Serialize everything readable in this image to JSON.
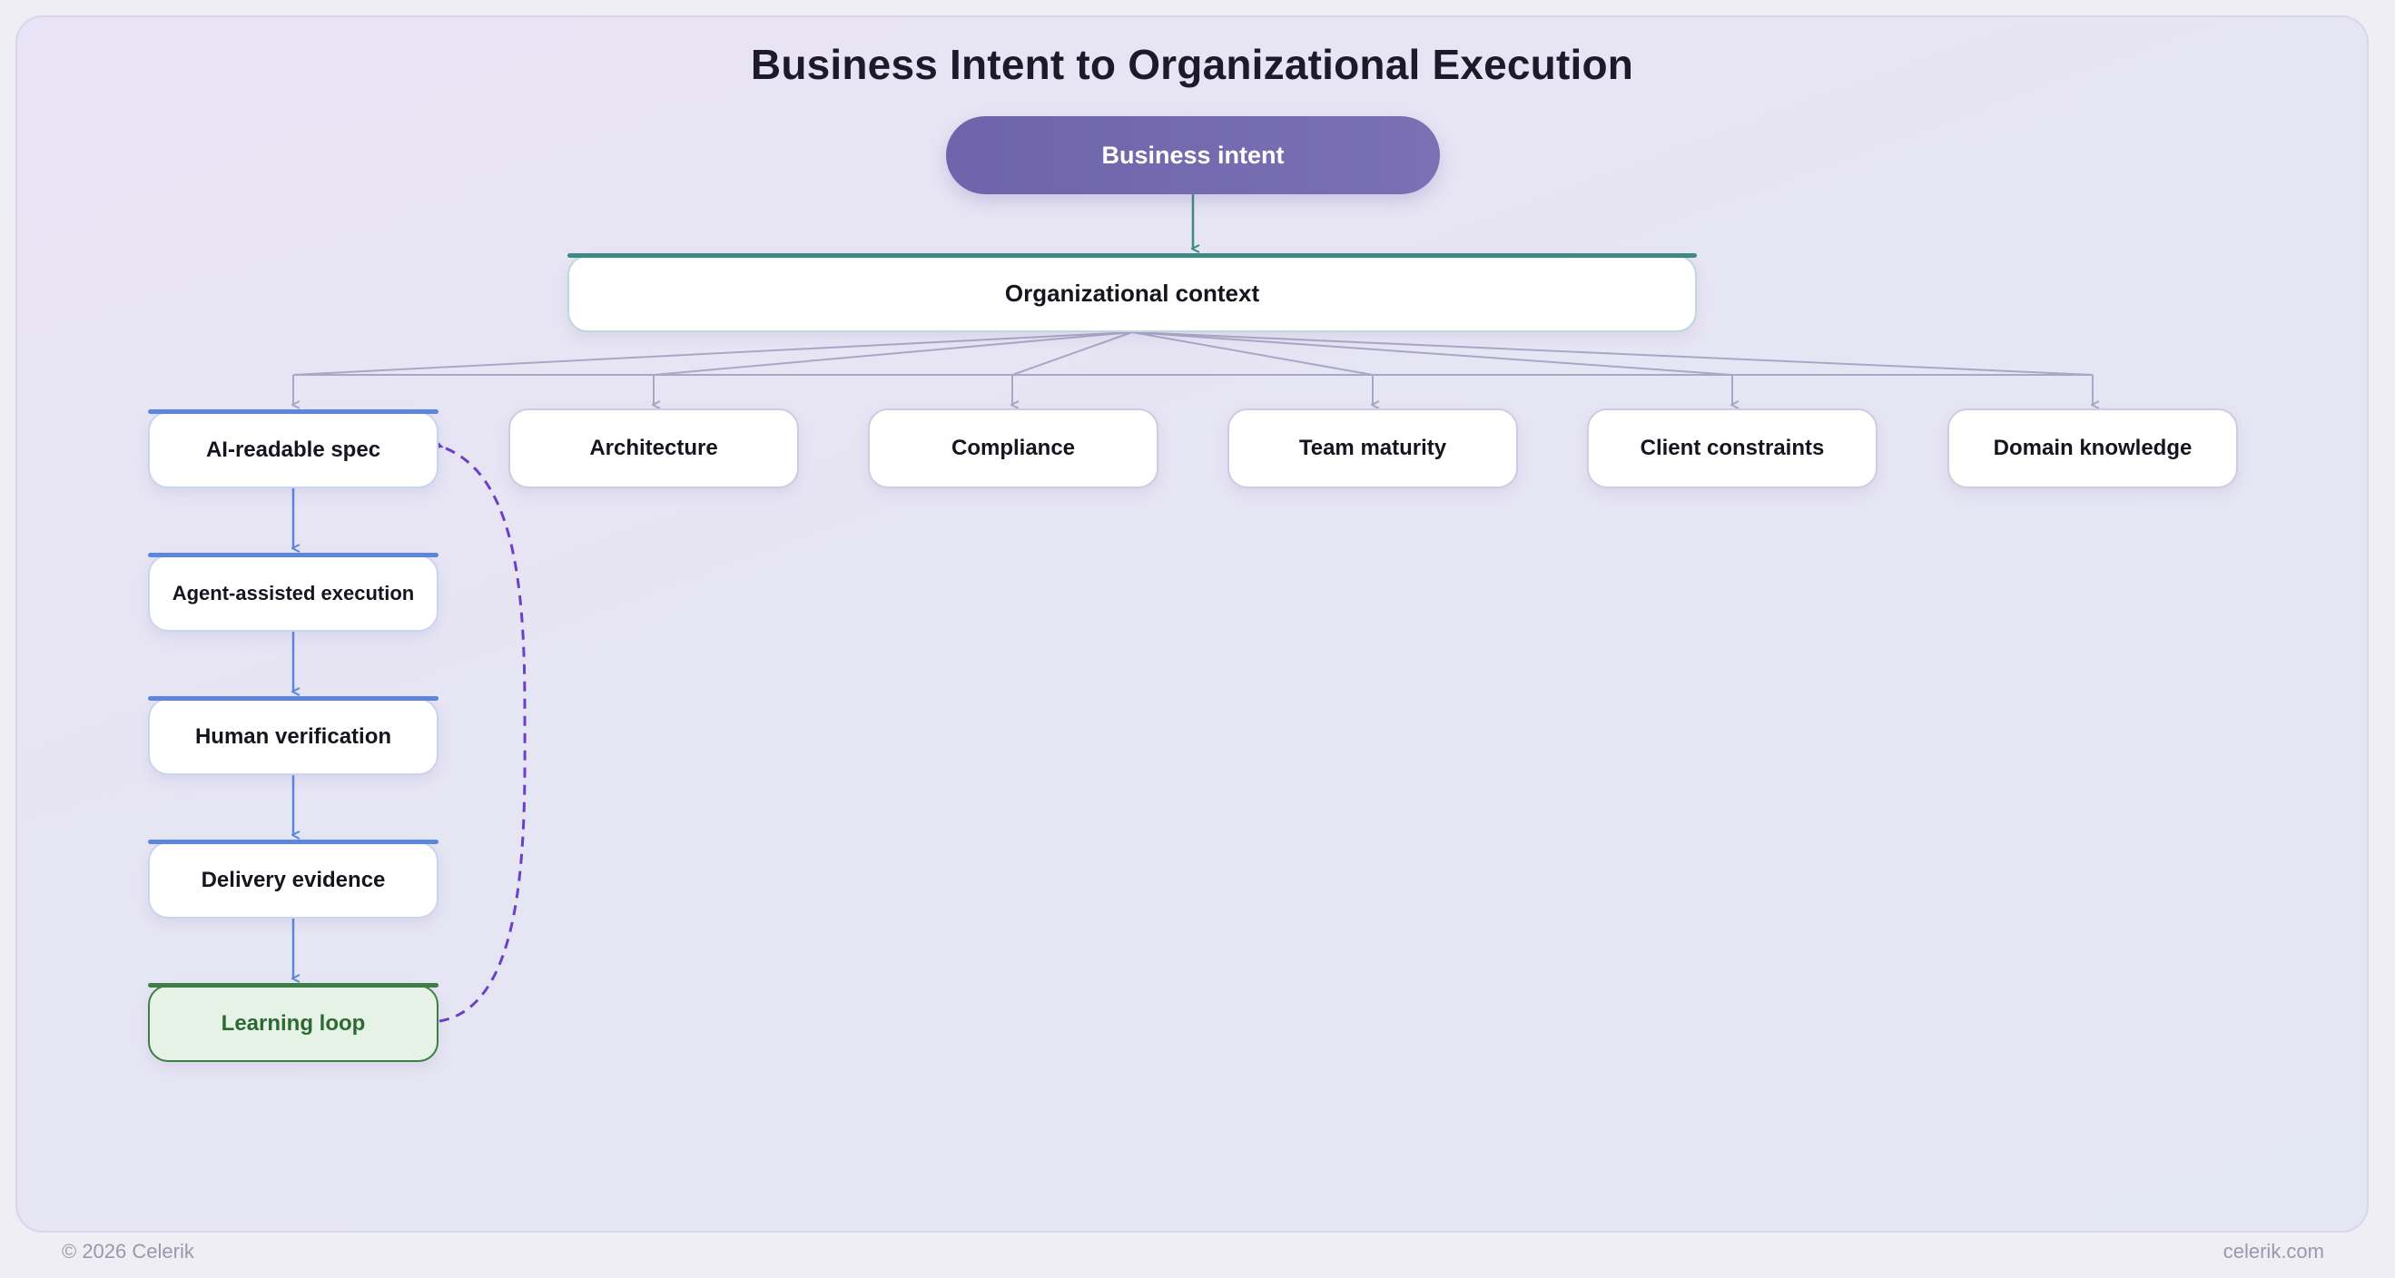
{
  "title": "Business Intent to Organizational Execution",
  "nodes": {
    "business_intent": "Business intent",
    "org_context": "Organizational context",
    "factors": [
      "AI-readable spec",
      "Architecture",
      "Compliance",
      "Team maturity",
      "Client constraints",
      "Domain knowledge"
    ],
    "flow": [
      "Agent-assisted execution",
      "Human verification",
      "Delivery evidence"
    ],
    "learning_loop": "Learning loop"
  },
  "footer": {
    "copyright": "© 2026 Celerik",
    "site": "celerik.com"
  },
  "colors": {
    "intent": "#7068ad",
    "context_accent": "#3d8a84",
    "flow_accent": "#5b86dc",
    "loop_accent": "#3e7d45",
    "feedback_arrow": "#6b3fc6",
    "fanout_lines": "#aaa6c6"
  }
}
